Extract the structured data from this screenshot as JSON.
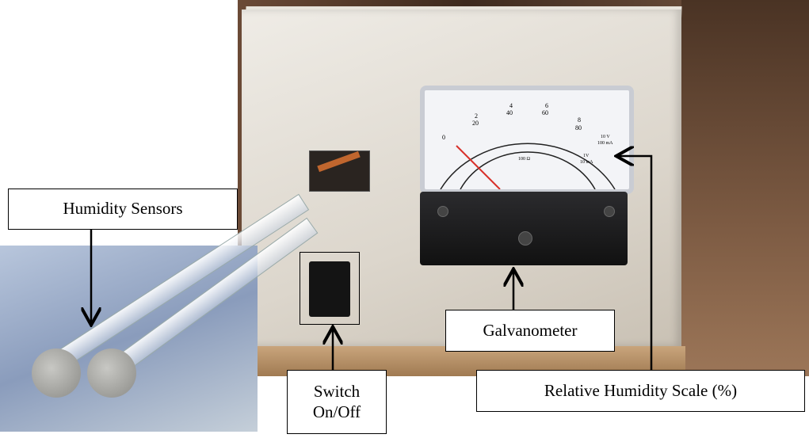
{
  "labels": {
    "sensors": "Humidity Sensors",
    "switch_line1": "Switch",
    "switch_line2": "On/Off",
    "galvanometer": "Galvanometer",
    "scale": "Relative Humidity Scale (%)"
  },
  "meter": {
    "outer_ticks": [
      "0",
      "2",
      "4",
      "6",
      "8"
    ],
    "outer_ticks2": [
      "20",
      "40",
      "60",
      "80"
    ],
    "range_label": "10 V",
    "range_label2": "100 mA",
    "inner_label": "100 Ω",
    "inner_range": "1V",
    "inner_range2": "10 mA"
  },
  "colors": {
    "needle": "#d8302a",
    "label_border": "#000000"
  }
}
